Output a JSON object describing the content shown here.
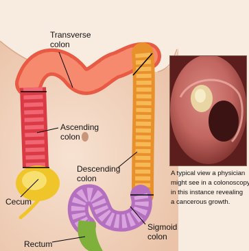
{
  "labels": {
    "transverse_1": "Transverse",
    "transverse_2": "colon",
    "ascending_1": "Ascending",
    "ascending_2": "colon",
    "descending_1": "Descending",
    "descending_2": "colon",
    "cecum": "Cecum",
    "sigmoid_1": "Sigmoid",
    "sigmoid_2": "colon",
    "rectum": "Rectum"
  },
  "caption": {
    "line1": "A typical view a physician",
    "line2": "might see in a colonoscopy,",
    "line3": "in this instance revealing",
    "line4": "a cancerous growth."
  },
  "colors": {
    "skin": "#f5dcc9",
    "transverse": "#f06b52",
    "ascending": "#e8474e",
    "descending": "#f2a43a",
    "cecum": "#f3d43a",
    "sigmoid": "#c98bd0",
    "rectum": "#8fbf4a"
  }
}
